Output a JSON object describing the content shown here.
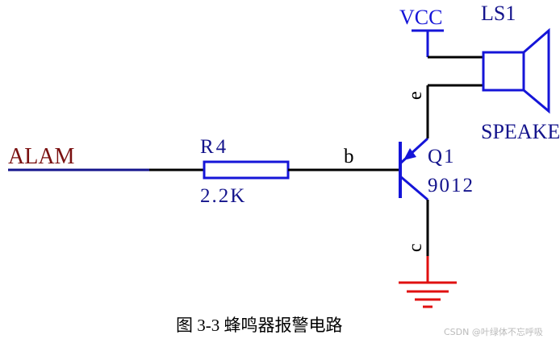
{
  "labels": {
    "vcc": "VCC",
    "ls1": "LS1",
    "speaker": "SPEAKER",
    "alarm": "ALAM",
    "r4": "R4",
    "r4_value": "2.2K",
    "base": "b",
    "emitter": "e",
    "collector": "c",
    "q1": "Q1",
    "q1_part": "9012"
  },
  "caption": "图 3-3 蜂鸣器报警电路",
  "watermark": "CSDN @叶绿体不忘呼吸",
  "colors": {
    "wire": "#000000",
    "component": "#1515d8",
    "label_blue": "#14148c",
    "alarm_text": "#7a1010",
    "alarm_wire": "#14148c",
    "ground": "#e01010",
    "watermark": "#bbbbbb"
  }
}
